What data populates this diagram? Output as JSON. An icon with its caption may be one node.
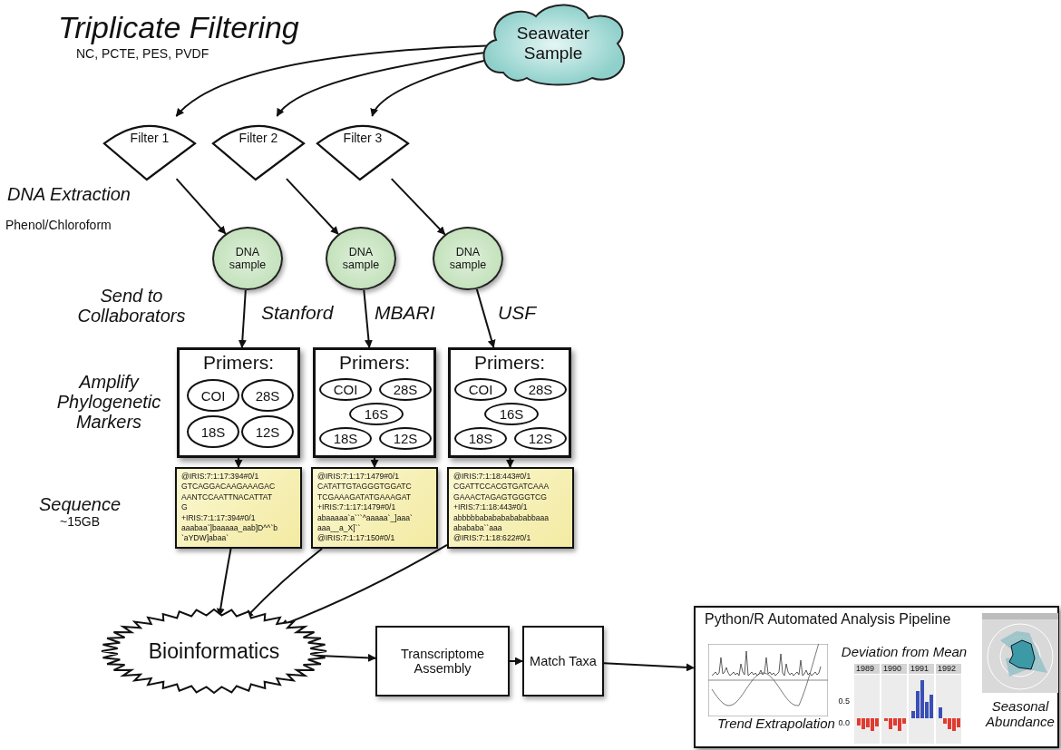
{
  "diagram": {
    "nodes": [
      {
        "text": [
          "Seawater Sample"
        ]
      },
      {
        "text": [
          "Filter 1"
        ]
      },
      {
        "text": [
          "Filter 2"
        ]
      },
      {
        "text": [
          "Filter 3"
        ]
      },
      {
        "text": [
          "DNA sample"
        ]
      },
      {
        "text": [
          "DNA sample"
        ]
      },
      {
        "text": [
          "DNA sample"
        ]
      },
      {
        "text": [
          "Primers:"
        ]
      },
      {
        "text": [
          "COI"
        ],
        "in": 7
      },
      {
        "text": [
          "28S"
        ],
        "in": 7
      },
      {
        "text": [
          "18S"
        ],
        "in": 7
      },
      {
        "text": [
          "12S"
        ],
        "in": 7
      },
      {
        "text": [
          "Primers:"
        ]
      },
      {
        "text": [
          "COI"
        ],
        "in": 12
      },
      {
        "text": [
          "28S"
        ],
        "in": 12
      },
      {
        "text": [
          "16S"
        ],
        "in": 12
      },
      {
        "text": [
          "18S"
        ],
        "in": 12
      },
      {
        "text": [
          "12S"
        ],
        "in": 12
      },
      {
        "text": [
          "Primers:"
        ]
      },
      {
        "text": [
          "COI"
        ],
        "in": 18
      },
      {
        "text": [
          "28S"
        ],
        "in": 18
      },
      {
        "text": [
          "16S"
        ],
        "in": 18
      },
      {
        "text": [
          "18S"
        ],
        "in": 18
      },
      {
        "text": [
          "12S"
        ],
        "in": 18
      },
      {
        "text": [
          "@IRIS:7:1:17:394#0/1",
          "GTCAGGACAAGAAAGAC",
          "AANTCCAATTNACATTAT",
          "G",
          "+IRIS:7:1:17:394#0/1",
          "aaabaa`]baaaaa_aab]D^^`b",
          "`aYDW]abaa`"
        ]
      },
      {
        "text": [
          "@IRIS:7:1:17:1479#0/1",
          "CATATTGTAGGGTGGATC",
          "TCGAAAGATATGAAAGAT",
          "+IRIS:7:1:17:1479#0/1",
          "abaaaaa`a```^aaaaa`_]aaa`",
          "aaa__a_X]``",
          "@IRIS:7:1:17:150#0/1"
        ]
      },
      {
        "text": [
          "@IRIS:7:1:18:443#0/1",
          "CGATTCCACGTGATCAAA",
          "GAAACTAGAGTGGGTCG",
          "+IRIS:7:1:18:443#0/1",
          "abbbbbababababababbaaa",
          "abababa``aaa",
          "@IRIS:7:1:18:622#0/1"
        ]
      },
      {
        "text": [
          "Bioinformatics"
        ]
      },
      {
        "text": [
          "Transcriptome Assembly"
        ]
      },
      {
        "text": [
          "Match Taxa"
        ]
      },
      {
        "text": [
          "Python/R Automated Analysis Pipeline",
          "Trend Extrapolation",
          "Deviation from Mean",
          "Seasonal Abundance"
        ]
      }
    ],
    "edges": [
      {
        "from": 0,
        "to": 1,
        "arrow": "to"
      },
      {
        "from": 0,
        "to": 2,
        "arrow": "to"
      },
      {
        "from": 0,
        "to": 3,
        "arrow": "to"
      },
      {
        "from": 1,
        "to": 4,
        "arrow": "to"
      },
      {
        "from": 2,
        "to": 5,
        "arrow": "to"
      },
      {
        "from": 3,
        "to": 6,
        "arrow": "to"
      },
      {
        "from": 4,
        "to": 7,
        "arrow": "to",
        "label": "Stanford"
      },
      {
        "from": 5,
        "to": 12,
        "arrow": "to",
        "label": "MBARI"
      },
      {
        "from": 6,
        "to": 18,
        "arrow": "to",
        "label": "USF"
      },
      {
        "from": 7,
        "to": 24,
        "arrow": "to"
      },
      {
        "from": 12,
        "to": 25,
        "arrow": "to"
      },
      {
        "from": 18,
        "to": 26,
        "arrow": "to"
      },
      {
        "from": 24,
        "to": 27,
        "arrow": "to"
      },
      {
        "from": 25,
        "to": 27,
        "arrow": "to"
      },
      {
        "from": 26,
        "to": 27,
        "arrow": "to"
      },
      {
        "from": 27,
        "to": 28,
        "arrow": "to"
      },
      {
        "from": 28,
        "to": 29,
        "arrow": "to"
      },
      {
        "from": 29,
        "to": 30,
        "arrow": "to"
      }
    ],
    "labels": [
      "Triplicate Filtering",
      "NC, PCTE, PES, PVDF",
      "DNA Extraction",
      "Phenol/Chloroform",
      "Send to Collaborators",
      "Amplify Phylogenetic Markers",
      "Sequence",
      "~15GB",
      "1989",
      "1990",
      "1991",
      "1992",
      "0.5",
      "0.0"
    ]
  }
}
